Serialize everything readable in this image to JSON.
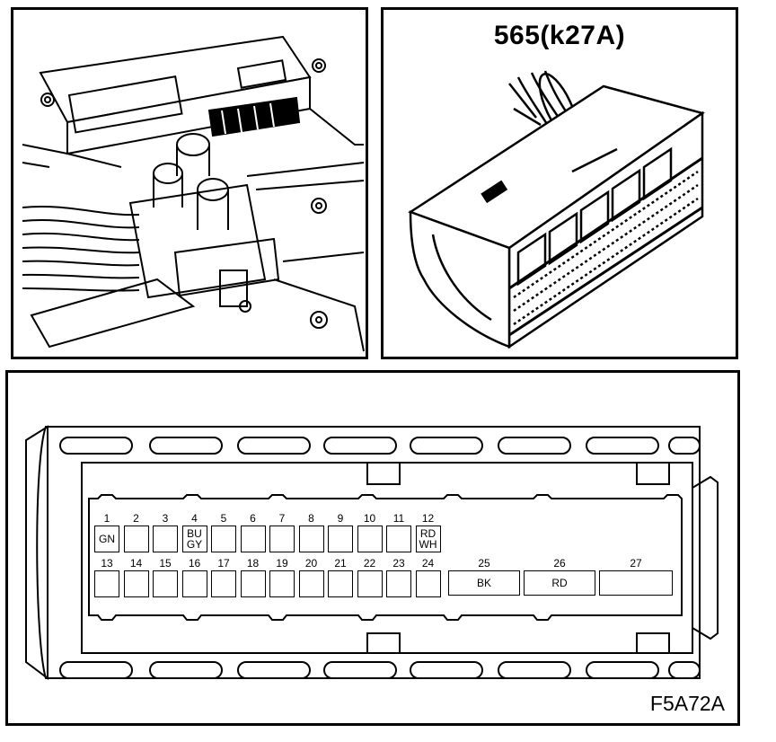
{
  "connector": {
    "title": "565(k27A)"
  },
  "figure_code": "F5A72A",
  "pins_top": [
    {
      "num": "1",
      "color": "GN"
    },
    {
      "num": "2",
      "color": ""
    },
    {
      "num": "3",
      "color": ""
    },
    {
      "num": "4",
      "color": "BU GY"
    },
    {
      "num": "5",
      "color": ""
    },
    {
      "num": "6",
      "color": ""
    },
    {
      "num": "7",
      "color": ""
    },
    {
      "num": "8",
      "color": ""
    },
    {
      "num": "9",
      "color": ""
    },
    {
      "num": "10",
      "color": ""
    },
    {
      "num": "11",
      "color": ""
    },
    {
      "num": "12",
      "color": "RD WH"
    }
  ],
  "pins_bottom": [
    {
      "num": "13",
      "color": ""
    },
    {
      "num": "14",
      "color": ""
    },
    {
      "num": "15",
      "color": ""
    },
    {
      "num": "16",
      "color": ""
    },
    {
      "num": "17",
      "color": ""
    },
    {
      "num": "18",
      "color": ""
    },
    {
      "num": "19",
      "color": ""
    },
    {
      "num": "20",
      "color": ""
    },
    {
      "num": "21",
      "color": ""
    },
    {
      "num": "22",
      "color": ""
    },
    {
      "num": "23",
      "color": ""
    },
    {
      "num": "24",
      "color": ""
    }
  ],
  "pins_large": [
    {
      "num": "25",
      "color": "BK"
    },
    {
      "num": "26",
      "color": "RD"
    },
    {
      "num": "27",
      "color": ""
    }
  ]
}
